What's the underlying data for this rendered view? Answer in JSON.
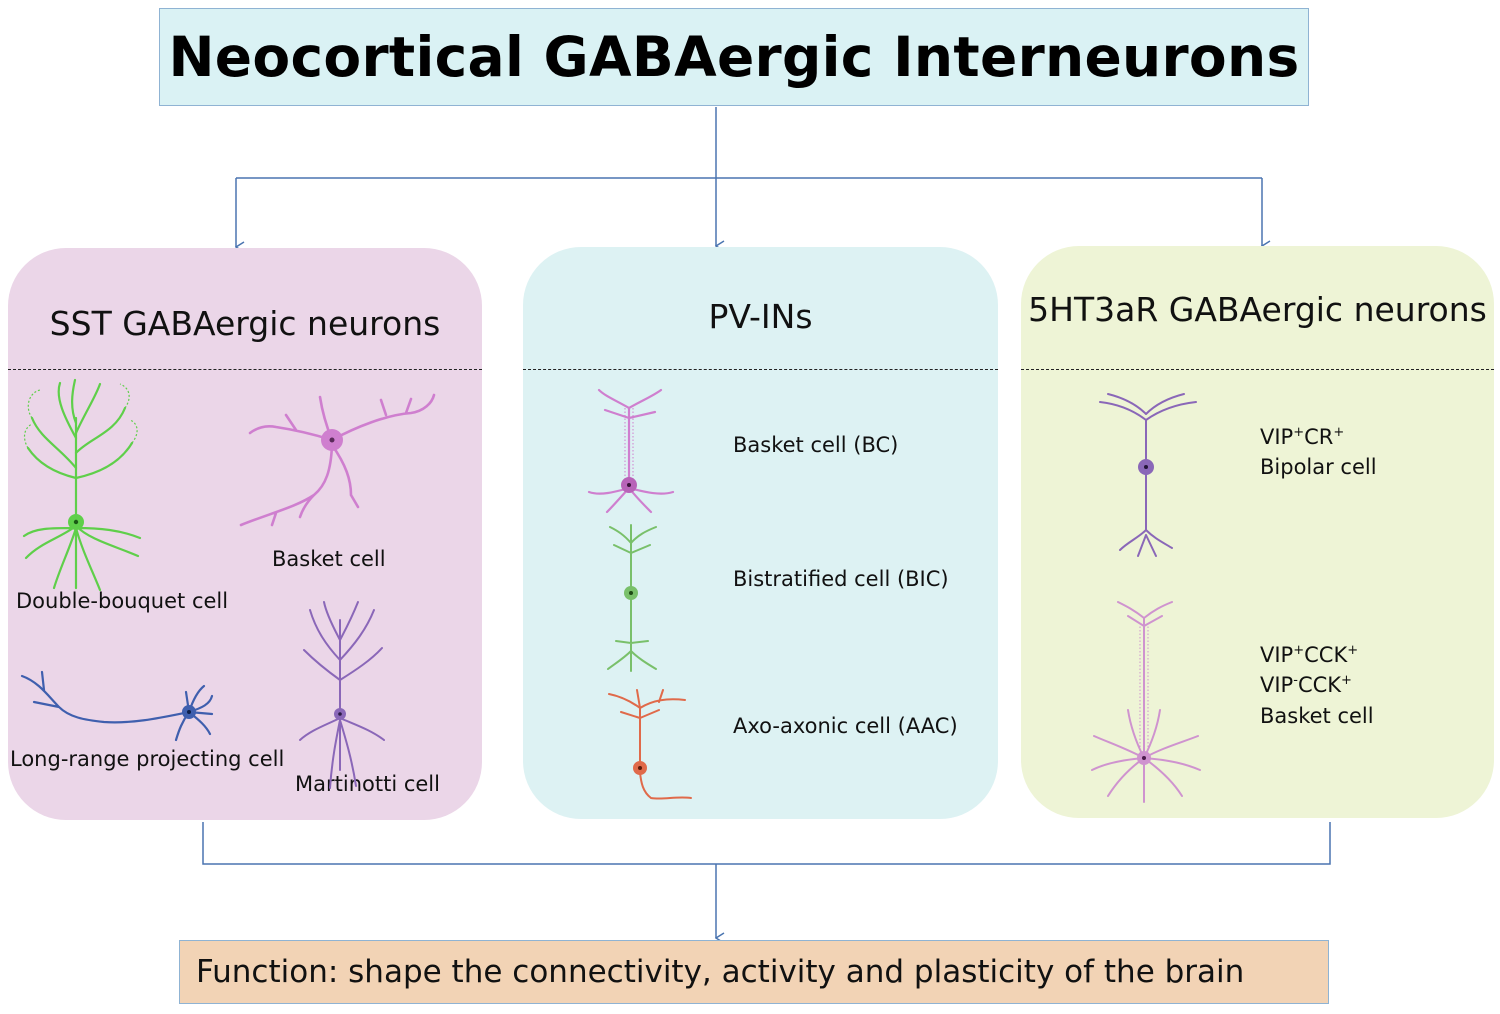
{
  "title": "Neocortical GABAergic Interneurons",
  "groups": {
    "sst": {
      "title": "SST GABAergic neurons",
      "cells": {
        "double_bouquet": "Double-bouquet cell",
        "basket": "Basket cell",
        "long_range": "Long-range projecting cell",
        "martinotti": "Martinotti cell"
      }
    },
    "pv": {
      "title": "PV-INs",
      "cells": {
        "basket": "Basket cell (BC)",
        "bistratified": "Bistratified cell (BIC)",
        "axo_axonic": "Axo-axonic cell (AAC)"
      }
    },
    "ht3ar": {
      "title": "5HT3aR GABAergic neurons",
      "vip_cr": {
        "vip": "VIP",
        "vip_sup": "+",
        "cr": "CR",
        "cr_sup": "+",
        "type": "Bipolar cell"
      },
      "vip_cck": {
        "line1_a": "VIP",
        "line1_a_sup": "+",
        "line1_b": "CCK",
        "line1_b_sup": "+",
        "line2_a": "VIP",
        "line2_a_sup": "-",
        "line2_b": "CCK",
        "line2_b_sup": "+",
        "type": "Basket cell"
      }
    }
  },
  "function": "Function: shape the connectivity, activity and plasticity of the brain",
  "colors": {
    "title_bg": "#daf2f4",
    "sst_bg": "#ebd6e8",
    "pv_bg": "#ddf2f3",
    "ht3ar_bg": "#eef4d6",
    "function_bg": "#f2d3b5",
    "connector": "#4a74b0",
    "neuron_green": "#5fcf4a",
    "neuron_pink": "#cf7fcf",
    "neuron_purple": "#8a67b8",
    "neuron_blue": "#3f5fae",
    "neuron_red": "#e06a4a",
    "neuron_lightpink": "#cf93cf"
  }
}
